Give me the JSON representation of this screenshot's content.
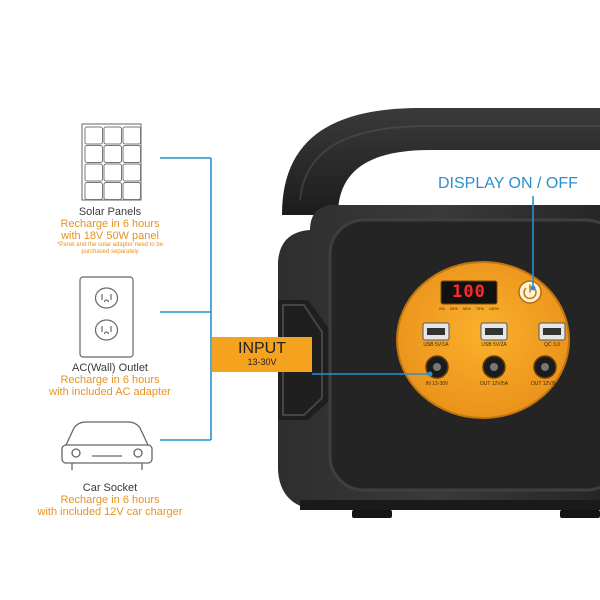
{
  "sources": [
    {
      "title": "Solar Panels",
      "lines": [
        "Recharge in 6 hours",
        "with 18V 50W panel"
      ],
      "note_lines": [
        "*Panel and the solar adapter need to be",
        "purchased separately"
      ]
    },
    {
      "title": "AC(Wall) Outlet",
      "lines": [
        "Recharge in 6 hours",
        "with included AC adapter"
      ]
    },
    {
      "title": "Car Socket",
      "lines": [
        "Recharge in 6 hours",
        "with included 12V car charger"
      ]
    }
  ],
  "input_tag": {
    "label": "INPUT",
    "range": "13-30V"
  },
  "display_callout": "DISPLAY ON / OFF",
  "device": {
    "display_value": "100",
    "battery_levels": [
      "0%",
      "25%",
      "50%",
      "75%",
      "100%"
    ],
    "usb_ports": [
      "USB 5V/1A",
      "USB 5V/2A",
      "QC 3.0"
    ],
    "dc_ports": [
      "IN 13-30V",
      "OUT 12V/5A",
      "OUT 12V/5A"
    ]
  },
  "colors": {
    "accent_orange": "#f5a21e",
    "callout_blue": "#2a8fd0",
    "body_dark": "#2b2b2b",
    "text_dark": "#3a3a3a",
    "text_orange": "#e8921e"
  },
  "icons": [
    "solar-panel-icon",
    "wall-outlet-icon",
    "car-icon",
    "power-button-icon"
  ]
}
